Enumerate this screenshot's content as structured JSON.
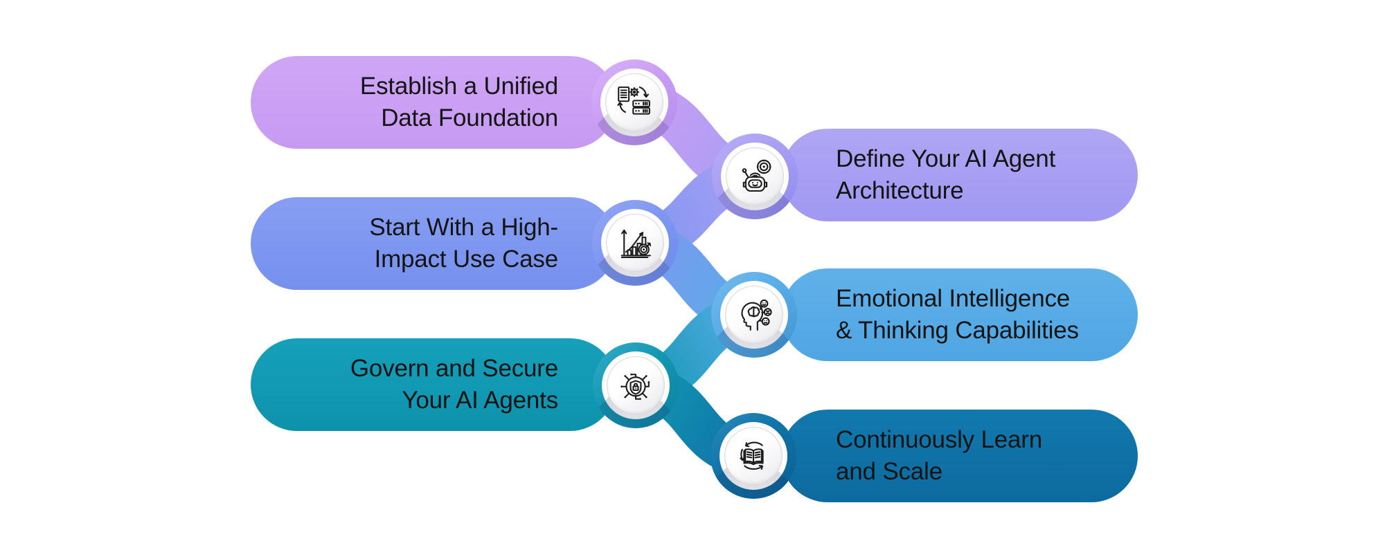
{
  "diagram": {
    "type": "process-infographic",
    "background": "#ffffff",
    "text_color": "#141414"
  },
  "steps": [
    {
      "id": 1,
      "side": "left",
      "line1": "Establish a Unified",
      "line2": "Data Foundation",
      "color": "#c89ef3",
      "icon": "data-foundation-icon"
    },
    {
      "id": 2,
      "side": "right",
      "line1": "Define Your AI Agent",
      "line2": "Architecture",
      "color": "#a89ef4",
      "icon": "ai-robot-architecture-icon"
    },
    {
      "id": 3,
      "side": "left",
      "line1": "Start With a High-",
      "line2": "Impact Use Case",
      "color": "#7e97f1",
      "icon": "growth-chart-target-icon"
    },
    {
      "id": 4,
      "side": "right",
      "line1": "Emotional Intelligence",
      "line2": "& Thinking Capabilities",
      "color": "#58ace7",
      "icon": "head-brain-emotions-icon"
    },
    {
      "id": 5,
      "side": "left",
      "line1": "Govern and Secure",
      "line2": "Your AI Agents",
      "color": "#1297b2",
      "icon": "security-lock-circuit-icon"
    },
    {
      "id": 6,
      "side": "right",
      "line1": "Continuously Learn",
      "line2": "and Scale",
      "color": "#0f72a7",
      "icon": "book-cycle-icon"
    }
  ]
}
